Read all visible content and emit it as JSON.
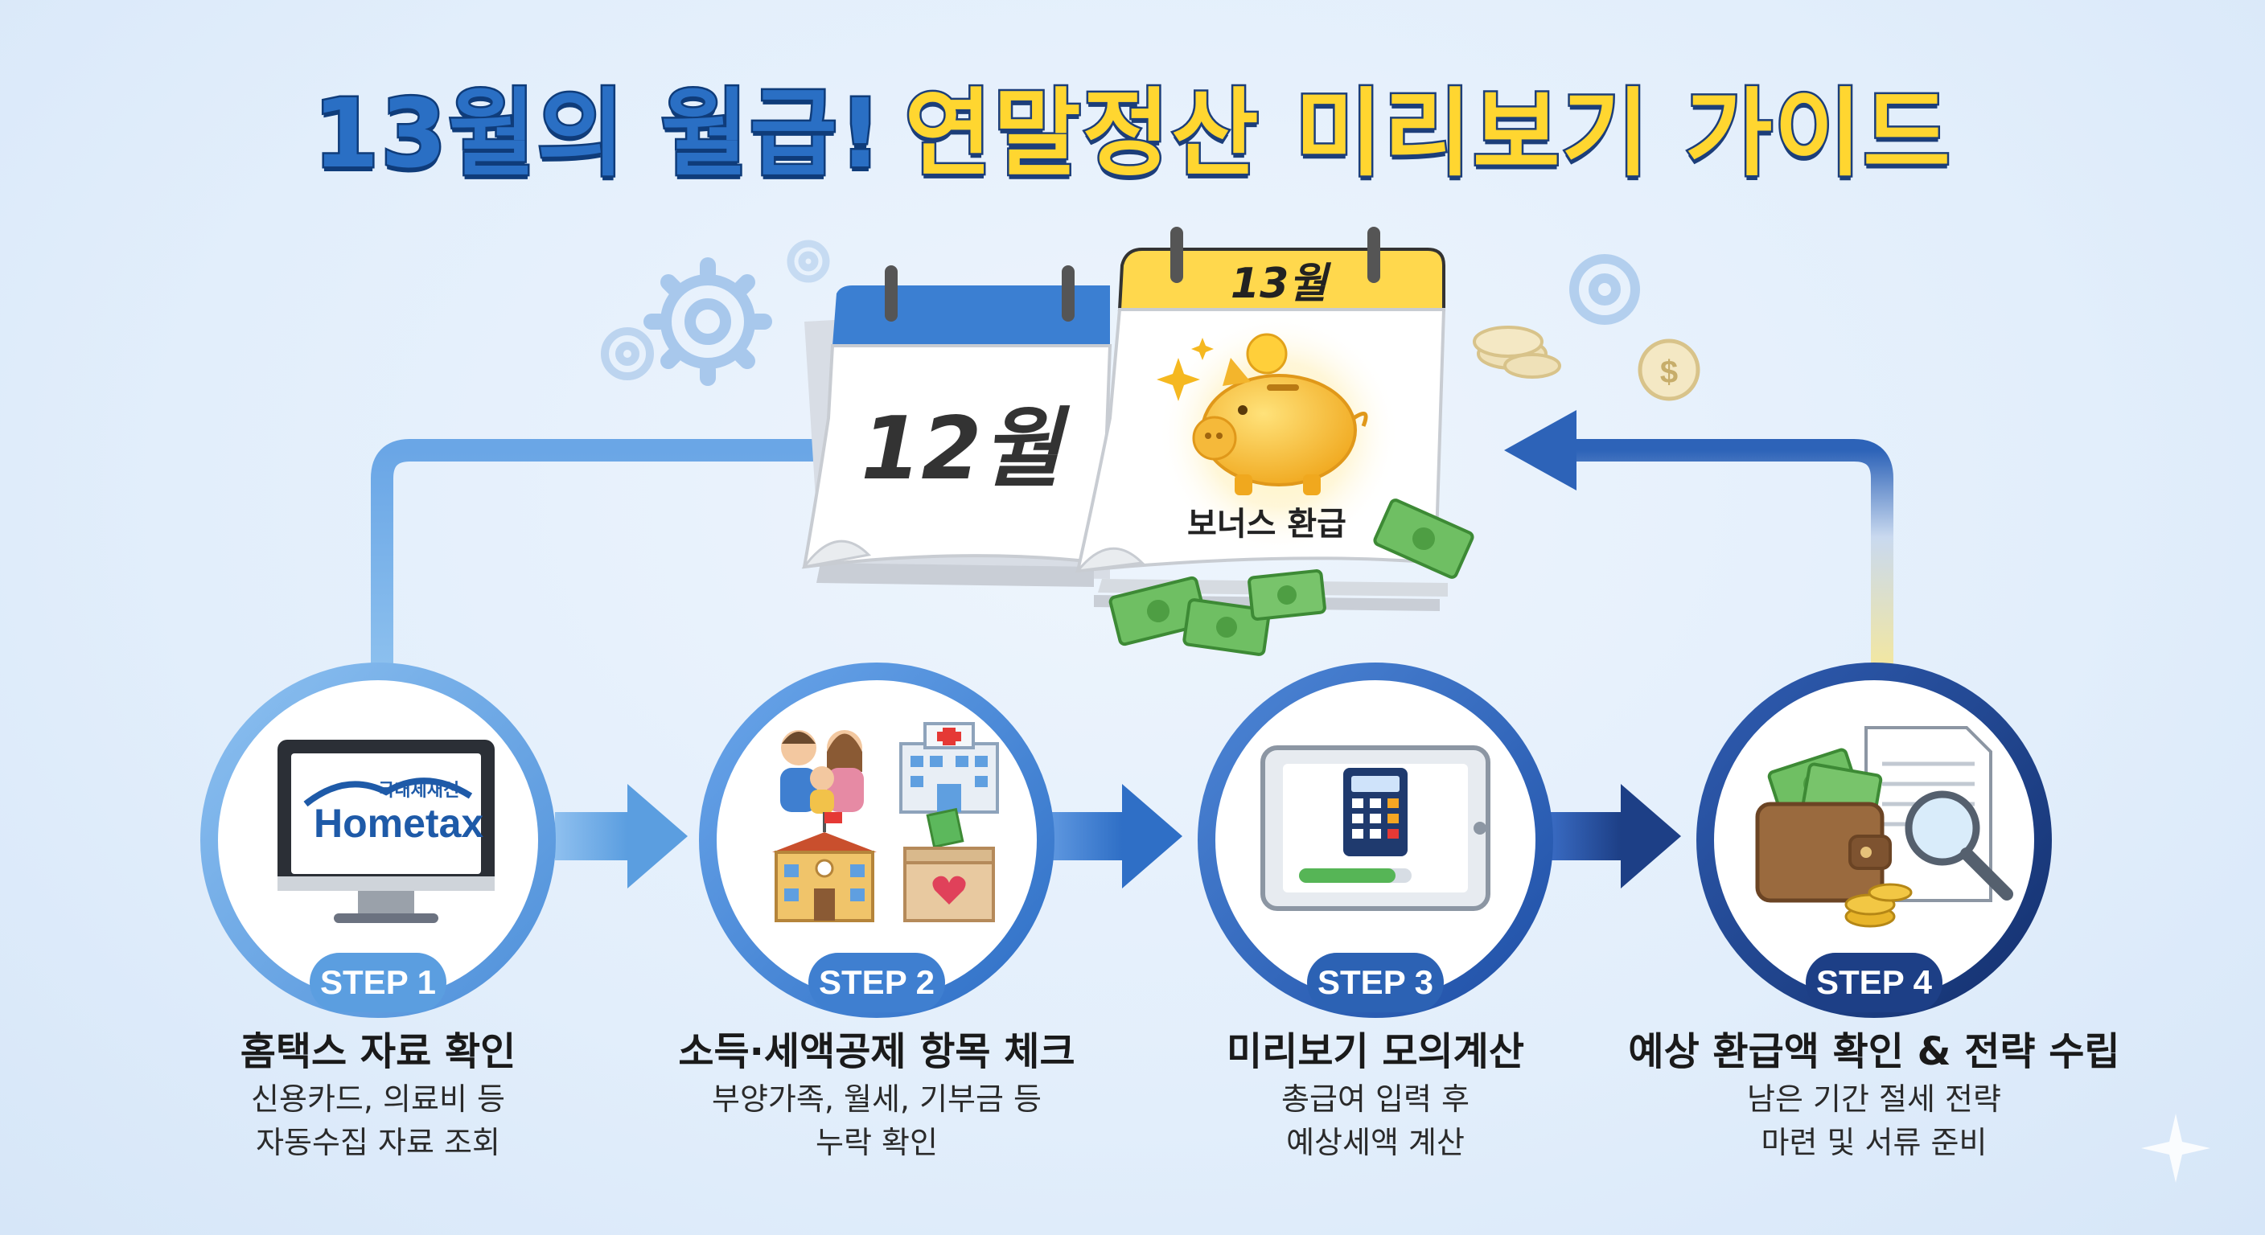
{
  "title": {
    "part1": "13월의 월급!",
    "part2": "연말정산 미리보기 가이드"
  },
  "calendar": {
    "left_month": "12월",
    "right_month": "13월",
    "bonus_label": "보너스 환급"
  },
  "hometax": {
    "small_label": "국내세새신",
    "logo_text": "Hometax"
  },
  "steps": [
    {
      "label": "STEP 1",
      "title": "홈택스 자료 확인",
      "desc1": "신용카드, 의료비 등",
      "desc2": "자동수집 자료 조회",
      "color": "#5b9ee0"
    },
    {
      "label": "STEP 2",
      "title": "소득·세액공제 항목 체크",
      "desc1": "부양가족, 월세, 기부금 등",
      "desc2": "누락 확인",
      "color": "#3f7fd0"
    },
    {
      "label": "STEP 3",
      "title": "미리보기 모의계산",
      "desc1": "총급여 입력 후",
      "desc2": "예상세액 계산",
      "color": "#2c62b4"
    },
    {
      "label": "STEP 4",
      "title": "예상 환급액 확인 & 전략 수립",
      "desc1": "남은 기간 절세 전략",
      "desc2": "마련 및 서류 준비",
      "color": "#1d3f86"
    }
  ],
  "icons": [
    "gear-icon",
    "coin-icon",
    "dollar-coin-icon",
    "piggy-bank-icon",
    "money-bill-icon",
    "monitor-icon",
    "family-icon",
    "hospital-icon",
    "school-icon",
    "donation-box-icon",
    "tablet-icon",
    "calculator-icon",
    "wallet-icon",
    "document-icon",
    "magnifier-icon",
    "sparkle-icon"
  ]
}
